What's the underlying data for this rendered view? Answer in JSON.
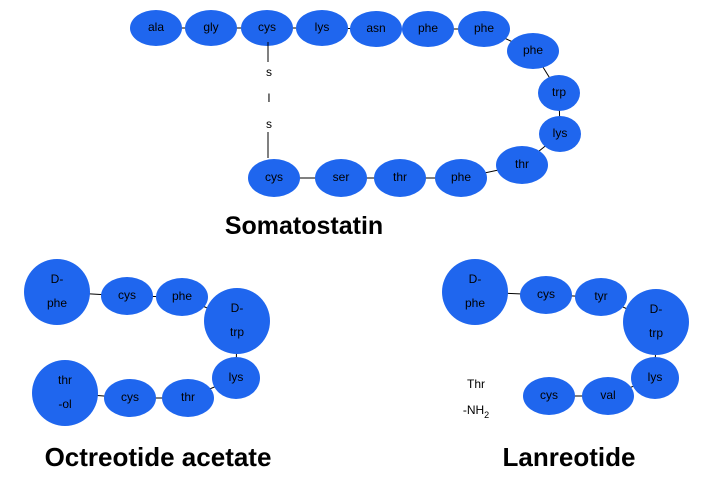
{
  "colors": {
    "residue_fill": "#1f66ee",
    "bond": "#000000",
    "text": "#000000"
  },
  "somatostatin": {
    "title": "Somatostatin",
    "residues": [
      "ala",
      "gly",
      "cys",
      "lys",
      "asn",
      "phe",
      "phe",
      "phe",
      "trp",
      "lys",
      "thr",
      "phe",
      "thr",
      "ser",
      "cys"
    ],
    "disulfide": [
      "s",
      "l",
      "s"
    ]
  },
  "octreotide": {
    "title": "Octreotide acetate",
    "residues": [
      {
        "lines": [
          "D-",
          "phe"
        ]
      },
      {
        "lines": [
          "cys"
        ]
      },
      {
        "lines": [
          "phe"
        ]
      },
      {
        "lines": [
          "D-",
          "trp"
        ]
      },
      {
        "lines": [
          "lys"
        ]
      },
      {
        "lines": [
          "thr"
        ]
      },
      {
        "lines": [
          "cys"
        ]
      },
      {
        "lines": [
          "thr",
          "-ol"
        ]
      }
    ]
  },
  "lanreotide": {
    "title": "Lanreotide",
    "residues": [
      {
        "lines": [
          "D-",
          "phe"
        ]
      },
      {
        "lines": [
          "cys"
        ]
      },
      {
        "lines": [
          "tyr"
        ]
      },
      {
        "lines": [
          "D-",
          "trp"
        ]
      },
      {
        "lines": [
          "lys"
        ]
      },
      {
        "lines": [
          "val"
        ]
      },
      {
        "lines": [
          "cys"
        ]
      }
    ],
    "terminal": {
      "line1": "Thr",
      "line2_main": "-NH",
      "line2_sub": "2"
    }
  }
}
